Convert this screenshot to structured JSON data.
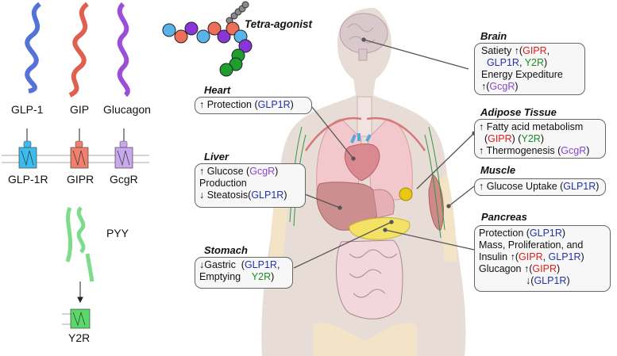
{
  "ligands": [
    {
      "name": "GLP-1",
      "receptor": "GLP-1R",
      "helix_color": "#5572d6",
      "receptor_color": "#3bbcec"
    },
    {
      "name": "GIP",
      "receptor": "GIPR",
      "helix_color": "#e06050",
      "receptor_color": "#f0806c"
    },
    {
      "name": "Glucagon",
      "receptor": "GcgR",
      "helix_color": "#9a4fd6",
      "receptor_color": "#c9a8ee"
    },
    {
      "name": "PYY",
      "receptor": "Y2R",
      "helix_color": "#7ddc8c",
      "receptor_color": "#5ad86a"
    }
  ],
  "tetra_agonist": {
    "label": "Tetra-agonist",
    "bead_colors": [
      "#5ab4ec",
      "#ee6e5a",
      "#8a35d8",
      "#5ab4ec",
      "#ee6e5a",
      "#8a35d8",
      "#ee6e5a",
      "#5ab4ec",
      "#8a35d8",
      "#1e9e2e",
      "#1e9e2e",
      "#1e9e2e"
    ],
    "tail_color": "#8a8a8a"
  },
  "receptor_colors": {
    "GLP1R": "#2233a8",
    "GIPR": "#d81e1e",
    "Y2R": "#1d8a2a",
    "GcgR": "#8a45cc"
  },
  "organs": {
    "heart": {
      "title": "Heart",
      "lines": [
        [
          {
            "t": "↑ Protection ("
          },
          {
            "t": "GLP1R",
            "c": "blue"
          },
          {
            "t": ")"
          }
        ]
      ]
    },
    "liver": {
      "title": "Liver",
      "lines": [
        [
          {
            "t": "↑ Glucose ("
          },
          {
            "t": "GcgR",
            "c": "purple"
          },
          {
            "t": ")"
          }
        ],
        [
          {
            "t": "Production"
          }
        ],
        [
          {
            "t": "↓ Steatosis("
          },
          {
            "t": "GLP1R",
            "c": "blue"
          },
          {
            "t": ")"
          }
        ]
      ]
    },
    "stomach": {
      "title": "Stomach",
      "lines": [
        [
          {
            "t": "↓Gastric  ("
          },
          {
            "t": "GLP1R",
            "c": "blue"
          },
          {
            "t": ","
          }
        ],
        [
          {
            "t": "Emptying    "
          },
          {
            "t": "Y2R",
            "c": "green"
          },
          {
            "t": ")"
          }
        ]
      ]
    },
    "brain": {
      "title": "Brain",
      "lines": [
        [
          {
            "t": "Satiety ↑("
          },
          {
            "t": "GIPR",
            "c": "red"
          },
          {
            "t": ","
          }
        ],
        [
          {
            "t": "  "
          },
          {
            "t": "GLP1R",
            "c": "blue"
          },
          {
            "t": ", "
          },
          {
            "t": "Y2R",
            "c": "green"
          },
          {
            "t": ")"
          }
        ],
        [
          {
            "t": "Energy Expediture"
          }
        ],
        [
          {
            "t": "↑("
          },
          {
            "t": "GcgR",
            "c": "purple"
          },
          {
            "t": ")"
          }
        ]
      ]
    },
    "adipose": {
      "title": "Adipose Tissue",
      "lines": [
        [
          {
            "t": "↑ Fatty acid metabolism"
          }
        ],
        [
          {
            "t": "  ("
          },
          {
            "t": "GIPR",
            "c": "red"
          },
          {
            "t": ") ("
          },
          {
            "t": "Y2R",
            "c": "green"
          },
          {
            "t": ")"
          }
        ],
        [
          {
            "t": "↑ Thermogenesis ("
          },
          {
            "t": "GcgR",
            "c": "purple"
          },
          {
            "t": ")"
          }
        ]
      ]
    },
    "muscle": {
      "title": "Muscle",
      "lines": [
        [
          {
            "t": "↑ Glucose Uptake ("
          },
          {
            "t": "GLP1R",
            "c": "blue"
          },
          {
            "t": ")"
          }
        ]
      ]
    },
    "pancreas": {
      "title": "Pancreas",
      "lines": [
        [
          {
            "t": "Protection ("
          },
          {
            "t": "GLP1R",
            "c": "blue"
          },
          {
            "t": ")"
          }
        ],
        [
          {
            "t": "Mass, Proliferation, and"
          }
        ],
        [
          {
            "t": "Insulin ↑("
          },
          {
            "t": "GIPR",
            "c": "red"
          },
          {
            "t": ", "
          },
          {
            "t": "GLP1R",
            "c": "blue"
          },
          {
            "t": ")"
          }
        ],
        [
          {
            "t": "Glucagon ↑("
          },
          {
            "t": "GIPR",
            "c": "red"
          },
          {
            "t": ")"
          }
        ],
        [
          {
            "t": "                 ↓("
          },
          {
            "t": "GLP1R",
            "c": "blue"
          },
          {
            "t": ")"
          }
        ]
      ]
    }
  }
}
